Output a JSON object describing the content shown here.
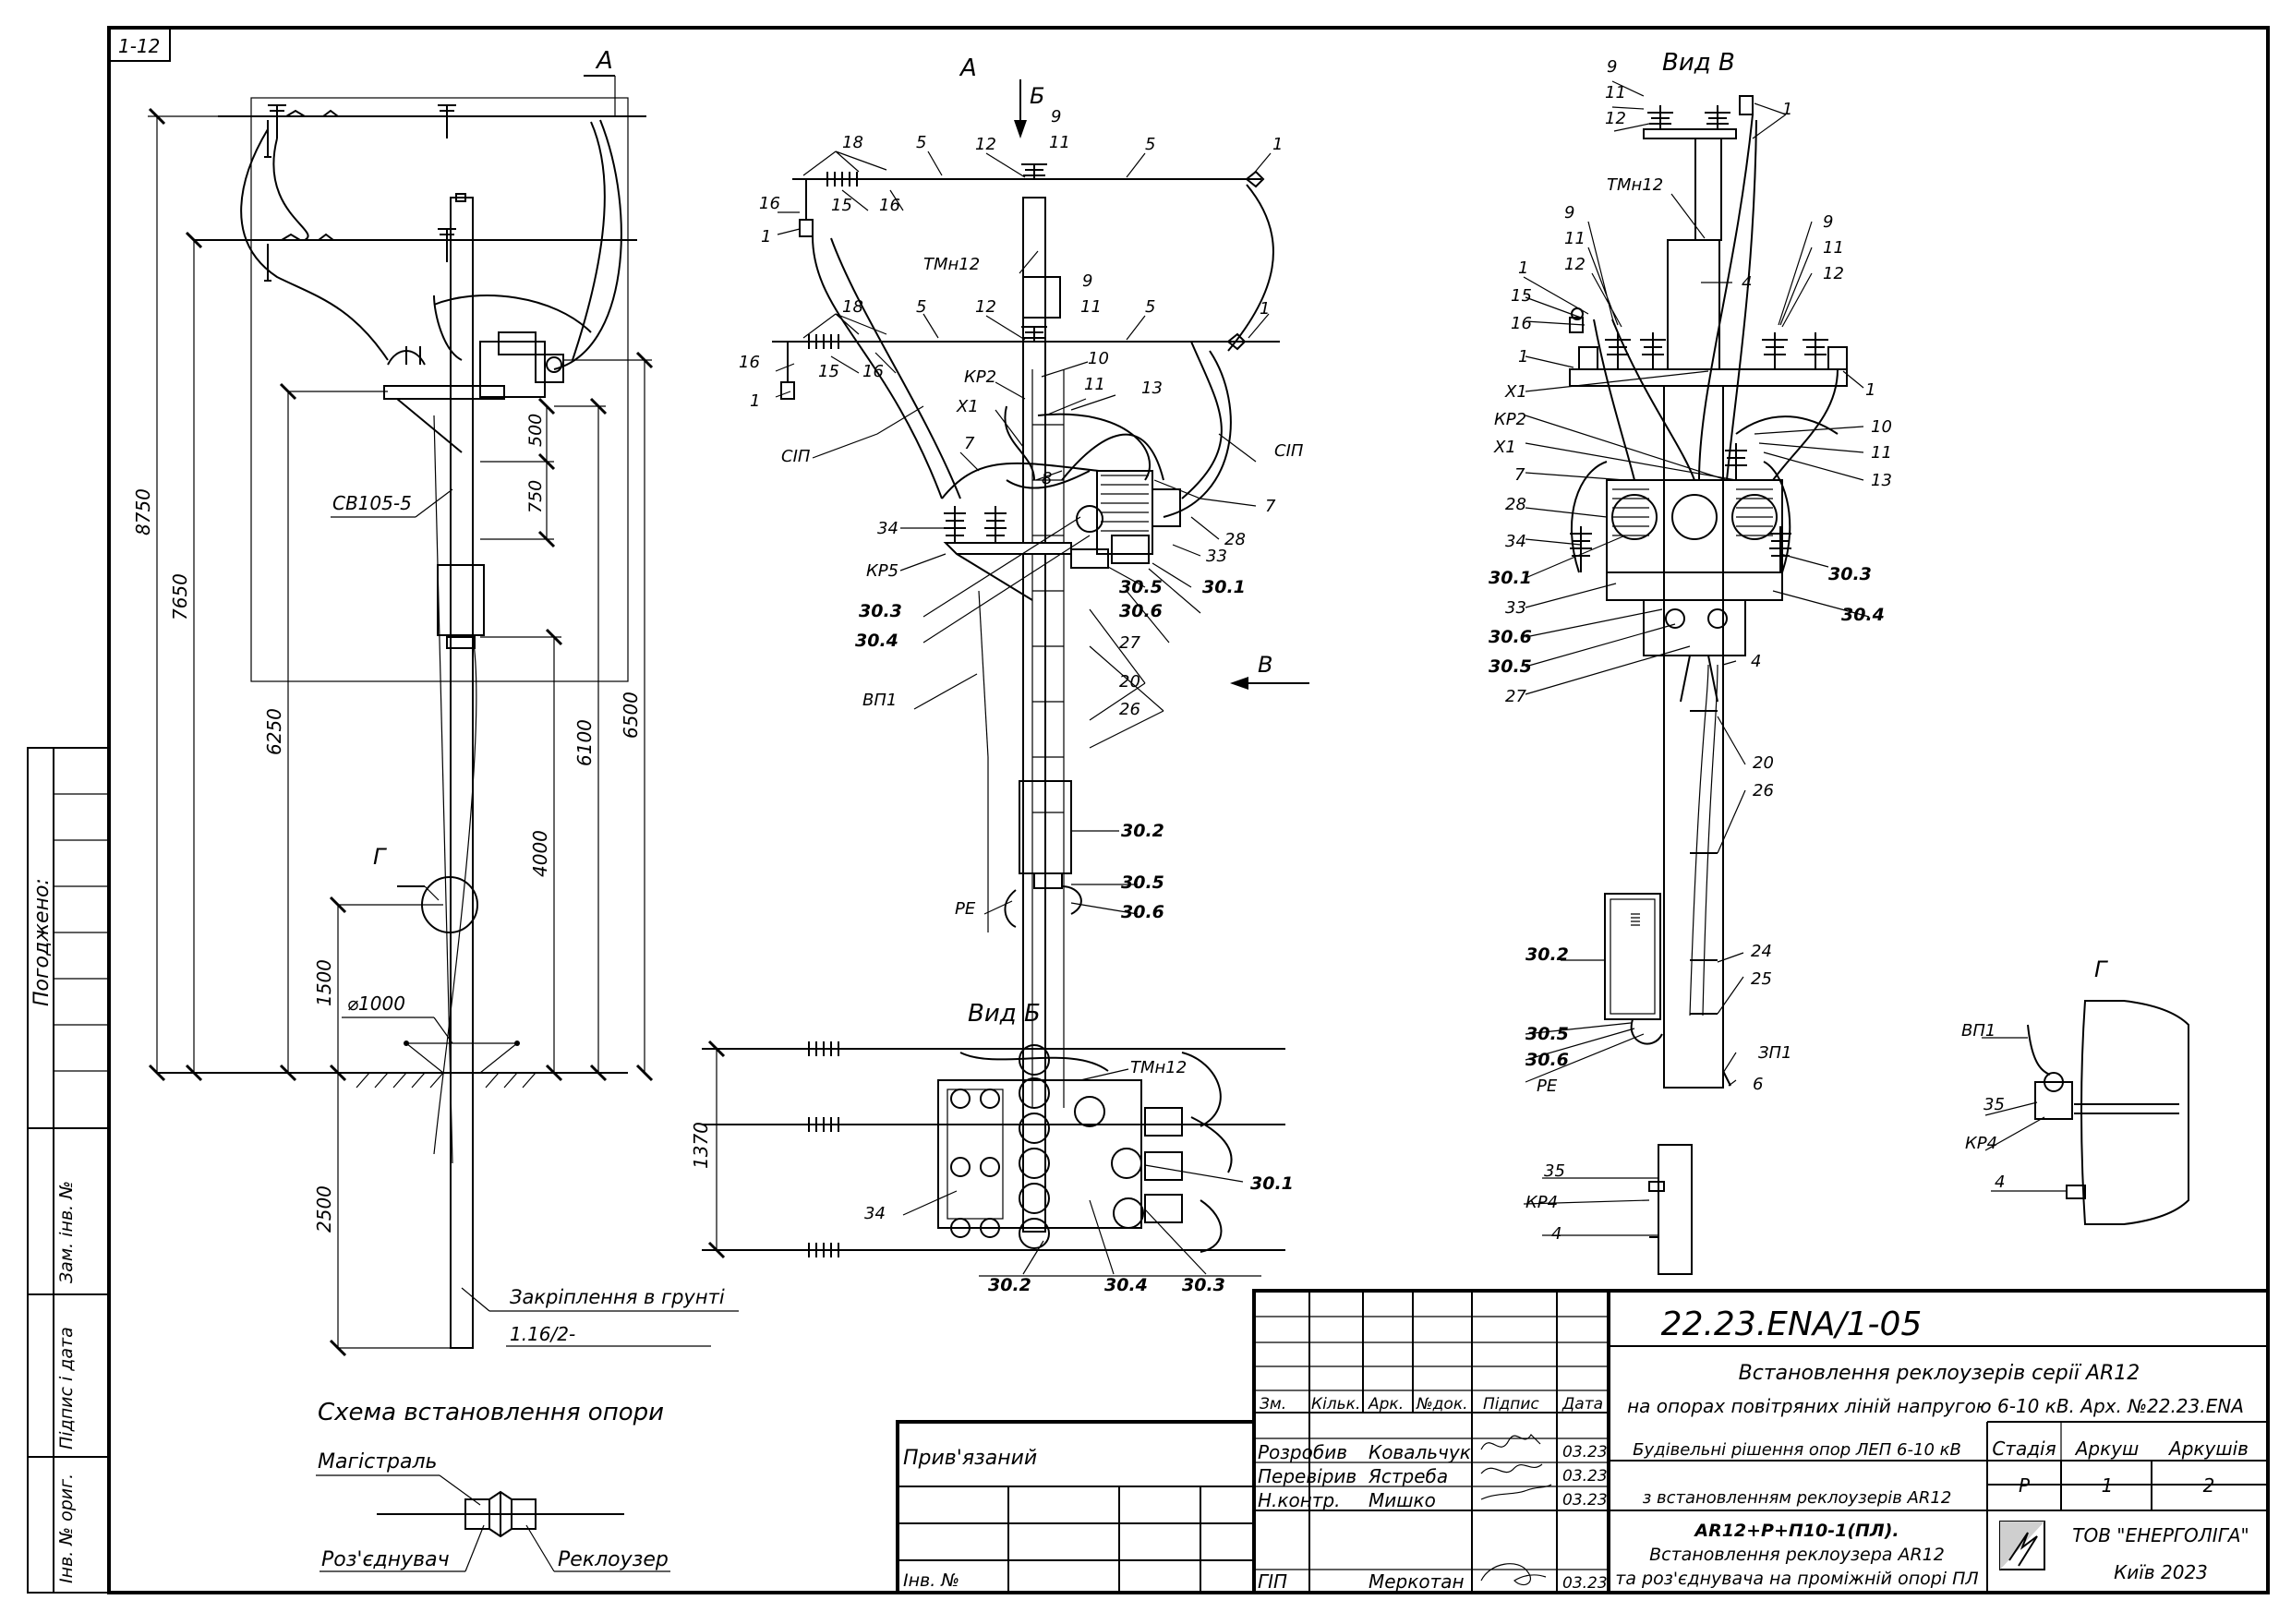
{
  "sheet": {
    "corner_tag": "1-12",
    "side_stamp_approved": "Погоджено:",
    "side_stamp_rows": [
      "Зам. інв. №",
      "Підпис і дата",
      "Інв. № ориг."
    ]
  },
  "main_view": {
    "view_label": "А",
    "pole_label": "СВ105-5",
    "detail_label": "Г",
    "pit_diameter": "⌀1000",
    "ground_fixing_label": "Закріплення в грунті",
    "ground_fixing_ref": "1.16/2-",
    "dims": {
      "d8750": "8750",
      "d7650": "7650",
      "d6250": "6250",
      "d500": "500",
      "d750": "750",
      "d6100": "6100",
      "d6500": "6500",
      "d4000": "4000",
      "d1500": "1500",
      "d2500": "2500"
    }
  },
  "front_view": {
    "arrow_a": "А",
    "arrow_b": "Б",
    "arrow_v": "В",
    "labels": {
      "n18a": "18",
      "n5a": "5",
      "n12a": "12",
      "n9a": "9",
      "n11a": "11",
      "n5b": "5",
      "n1a": "1",
      "n16a": "16",
      "n15a": "15",
      "n16b": "16",
      "n1b": "1",
      "tmn12": "ТМн12",
      "n18b": "18",
      "n5c": "5",
      "n12b": "12",
      "n9b": "9",
      "n11b": "11",
      "n5d": "5",
      "n1c": "1",
      "n16c": "16",
      "n15b": "15",
      "n16d": "16",
      "n1d": "1",
      "kr2": "КР2",
      "n10": "10",
      "x1": "Х1",
      "n11c": "11",
      "n13": "13",
      "sip_l": "СІП",
      "sip_r": "СІП",
      "n7a": "7",
      "n8": "8",
      "n7b": "7",
      "n34": "34",
      "n33": "33",
      "n28": "28",
      "kr5": "КР5",
      "n30_5": "30.5",
      "n30_1": "30.1",
      "n30_3": "30.3",
      "n30_6": "30.6",
      "n30_4": "30.4",
      "n27": "27",
      "n20": "20",
      "n26": "26",
      "vp1": "ВП1",
      "n30_2": "30.2",
      "n30_5b": "30.5",
      "pe": "РЕ",
      "n30_6b": "30.6"
    }
  },
  "view_b": {
    "title": "Вид Б",
    "labels": {
      "tmn12": "ТМн12",
      "d1370": "1370",
      "n30_1": "30.1",
      "n34": "34",
      "n30_2": "30.2",
      "n30_4": "30.4",
      "n30_3": "30.3"
    }
  },
  "view_v": {
    "title": "Вид В",
    "labels": {
      "n9a": "9",
      "n11a": "11",
      "n12a": "12",
      "n1a": "1",
      "tmn12": "ТМн12",
      "n9b": "9",
      "n11b": "11",
      "n12b": "12",
      "n9c": "9",
      "n11c": "11",
      "n12c": "12",
      "n4a": "4",
      "n1b": "1",
      "n15": "15",
      "n16": "16",
      "n1c": "1",
      "n1d": "1",
      "x1a": "Х1",
      "kr2": "КР2",
      "x1b": "Х1",
      "n10": "10",
      "n11d": "11",
      "n13": "13",
      "n7": "7",
      "n28": "28",
      "n34": "34",
      "n30_3": "30.3",
      "n30_1": "30.1",
      "n33": "33",
      "n30_4": "30.4",
      "n30_6": "30.6",
      "n4b": "4",
      "n30_5": "30.5",
      "n27": "27",
      "n20": "20",
      "n26": "26",
      "n30_2": "30.2",
      "n24": "24",
      "n25": "25",
      "n30_5b": "30.5",
      "n30_6b": "30.6",
      "ep1": "ЗП1",
      "pe": "РЕ",
      "n6": "6",
      "n35": "35",
      "kr4": "КР4",
      "n4c": "4"
    }
  },
  "detail_g": {
    "title": "Г",
    "labels": {
      "vp1": "ВП1",
      "n35": "35",
      "kr4": "КР4",
      "n4": "4"
    }
  },
  "scheme": {
    "title": "Схема встановлення опори",
    "trunk": "Магістраль",
    "disconnector": "Роз'єднувач",
    "recloser": "Реклоузер"
  },
  "title_block": {
    "bound_label": "Прив'язаний",
    "inv_label": "Інв. №",
    "doc_code": "22.23.ENA/1-05",
    "title_line1": "Встановлення реклоузерів серії AR12",
    "title_line2": "на опорах повітряних ліній напругою 6-10 кВ. Арх. №22.23.ENA",
    "header_cols": [
      "Зм.",
      "Кільк.",
      "Арк.",
      "№док.",
      "Підпис",
      "Дата"
    ],
    "people": [
      {
        "role": "Розробив",
        "name": "Ковальчук",
        "date": "03.23"
      },
      {
        "role": "Перевірив",
        "name": "Ястреба",
        "date": "03.23"
      },
      {
        "role": "Н.контр.",
        "name": "Мишко",
        "date": "03.23"
      },
      {
        "role": "ГІП",
        "name": "Меркотан",
        "date": "03.23"
      }
    ],
    "section_line1": "Будівельні рішення опор ЛЕП 6-10 кВ",
    "section_line2": "з встановленням реклоузерів AR12",
    "stage_header": "Стадія",
    "sheet_header": "Аркуш",
    "sheets_header": "Аркушів",
    "stage_value": "Р",
    "sheet_value": "1",
    "sheets_value": "2",
    "drawing_title1": "AR12+Р+П10-1(ПЛ).",
    "drawing_title2": "Встановлення реклоузера AR12",
    "drawing_title3": "та роз'єднувача на проміжній опорі ПЛ",
    "company": "ТОВ \"ЕНЕРГОЛІГА\"",
    "city_year": "Київ 2023"
  }
}
